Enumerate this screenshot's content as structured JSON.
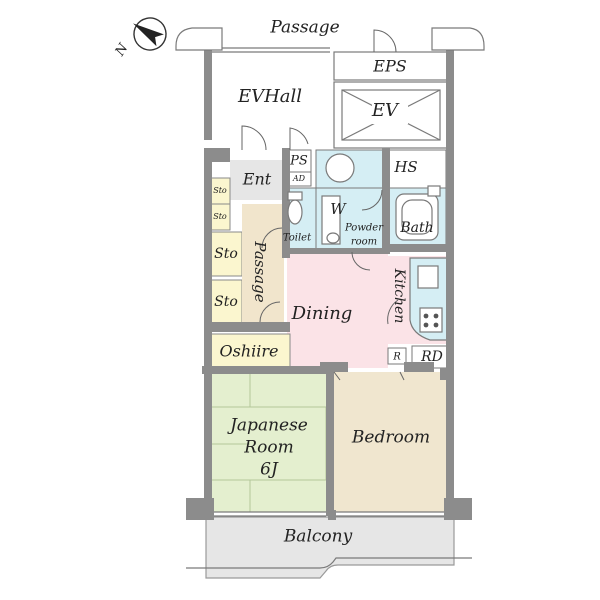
{
  "floorplan": {
    "compass": {
      "north_label": "N",
      "icon": "compass-arrow-icon"
    },
    "labels": {
      "passage_top": "Passage",
      "eps": "EPS",
      "ev_hall": "EVHall",
      "ev": "EV",
      "ps": "PS",
      "ad": "AD",
      "hs": "HS",
      "ent": "Ent",
      "sto1": "Sto",
      "sto2": "Sto",
      "sto3": "Sto",
      "sto4": "Sto",
      "toilet": "Toilet",
      "w": "W",
      "powder_room_1": "Powder",
      "powder_room_2": "room",
      "bath": "Bath",
      "passage_inner": "Passage",
      "kitchen": "Kitchen",
      "dining": "Dining",
      "oshiire": "Oshiire",
      "r": "R",
      "rd": "RD",
      "japanese_room_1": "Japanese",
      "japanese_room_2": "Room",
      "japanese_room_3": "6J",
      "bedroom": "Bedroom",
      "balcony": "Balcony"
    },
    "colors": {
      "wall": "#8c8c8c",
      "dining": "#fbe3e7",
      "bedroom": "#f0e6cf",
      "japanese_room": "#e4efcf",
      "wet_area": "#d5eef4",
      "storage": "#fbf6cf",
      "entrance": "#e6e6e6",
      "passage": "#f1e5cc",
      "balcony": "#e6e6e6"
    }
  }
}
